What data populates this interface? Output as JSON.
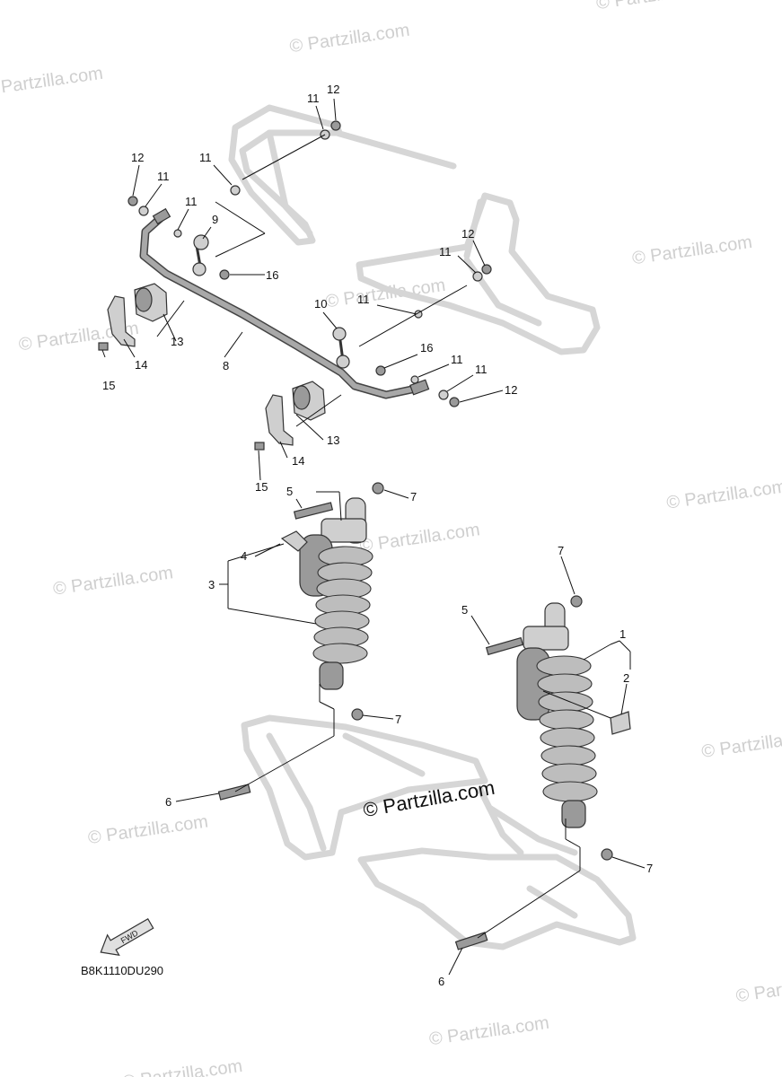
{
  "watermark": {
    "text": "© Partzilla.com",
    "center_text": "© Partzilla.com"
  },
  "diagram_code": "B8K1110DU290",
  "fwd_label": "FWD",
  "callouts": {
    "c1": "1",
    "c2": "2",
    "c3": "3",
    "c4": "4",
    "c5a": "5",
    "c5b": "5",
    "c6a": "6",
    "c6b": "6",
    "c7a": "7",
    "c7b": "7",
    "c7c": "7",
    "c7d": "7",
    "c8": "8",
    "c9": "9",
    "c10": "10",
    "c11a": "11",
    "c11b": "11",
    "c11c": "11",
    "c11d": "11",
    "c11e": "11",
    "c11f": "11",
    "c11g": "11",
    "c11h": "11",
    "c12a": "12",
    "c12b": "12",
    "c12c": "12",
    "c12d": "12",
    "c13a": "13",
    "c13b": "13",
    "c14a": "14",
    "c14b": "14",
    "c15a": "15",
    "c15b": "15",
    "c16a": "16",
    "c16b": "16"
  }
}
